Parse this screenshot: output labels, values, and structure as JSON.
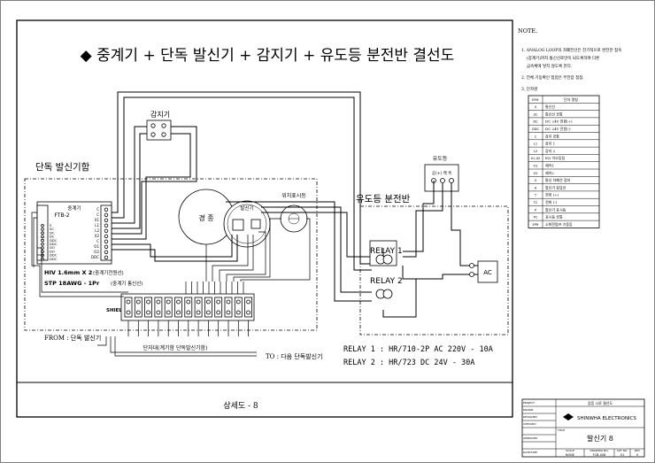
{
  "title": "◆ 중계기 + 단독 발신기 + 감지기 + 유도등 분전반 결선도",
  "labels": {
    "detector": "감지기",
    "standalone_box": "단독 발신기함",
    "panel": "유도등 분전반",
    "exit_light": "유도등",
    "exit_terms": "공(+) 백 흑",
    "relay1": "RELAY 1",
    "relay2": "RELAY 2",
    "ac": "AC",
    "bell": "경 종",
    "transmitter": "발신기",
    "indicator": "위치표시등",
    "hiv": "HIV 1.6mm X 2",
    "hiv_sub": "(중계기전원선)",
    "stp": "STP 18AWG - 1Pr",
    "stp_sub": "(중계기 통신선)",
    "shield": "SHIELD",
    "from": "FROM : 단독 발신기",
    "to": "TO : 다음 단독발신기",
    "terminal_caption": "단자대(계기함 단독발신기함)",
    "relay1_spec": "RELAY 1 : HR/710-2P AC 220V - 10A",
    "relay2_spec": "RELAY 2 : HR/723  DC 24V - 30A",
    "detail": "상세도 - 8"
  },
  "module": {
    "name": "중계기",
    "model": "FTB-2",
    "left_terms": [
      "S",
      "SC",
      "DC",
      "DC",
      "DDC",
      "DDC",
      "DO",
      "DO",
      "DDC",
      "DDC"
    ],
    "right_terms": [
      "C",
      "C",
      "X1",
      "L1",
      "L2",
      "X2",
      "C",
      "O1",
      "O2",
      "DDC"
    ]
  },
  "notes": {
    "header": "NOTE.",
    "items": [
      "1. ANALOG LOOP의 차폐전선은 전기적으로 완전한 접속",
      "(중계기)까지 통신선로만이 되도록하여 다른",
      "금속체에 닿지 않도록 한다.",
      "2. 전체 기동확인 접점은 무전압 접점.",
      "3. 단자명"
    ],
    "table_header": [
      "SYM.",
      "단자 명칭"
    ],
    "table_rows": [
      [
        "S",
        "통신선"
      ],
      [
        "SC",
        "통신선 공통"
      ],
      [
        "DC",
        "DC 24V 전원(+)"
      ],
      [
        "DDC",
        "DC 24V 전원(-)"
      ],
      [
        "C",
        "감지 공통"
      ],
      [
        "L1",
        "감지 1"
      ],
      [
        "L2",
        "감지 2"
      ],
      [
        "X1,X2",
        "EQ 이오등림"
      ],
      [
        "O1",
        "제어1"
      ],
      [
        "O2",
        "제어2"
      ],
      [
        "G",
        "통신 차폐선 접지"
      ],
      [
        "A",
        "발신기 응답선"
      ],
      [
        "T",
        "전화 (+)"
      ],
      [
        "TC",
        "전화 (-)"
      ],
      [
        "P",
        "발신기 표시등"
      ],
      [
        "PC",
        "표시등 공통"
      ],
      [
        "EPR",
        "소화전펌프 기동등"
      ]
    ]
  },
  "titleblock": {
    "project_label": "PROJECT",
    "project": "검증 시료 결선도",
    "rows": [
      "DRAWN",
      "DESIGNED",
      "CHECKED",
      "APPROVED",
      "DATE/TIME"
    ],
    "company": "SHINWHA ELECTRONICS",
    "title_label": "TITLE",
    "title": "발신기 8",
    "scale_label": "SCALE",
    "scale": "NONE",
    "dwg_label": "DRAWING NO.",
    "dwg": "FCB-008",
    "sheet_label": "SHT NO.",
    "sheet": "01",
    "rev_label": "REV",
    "rev": "0"
  }
}
